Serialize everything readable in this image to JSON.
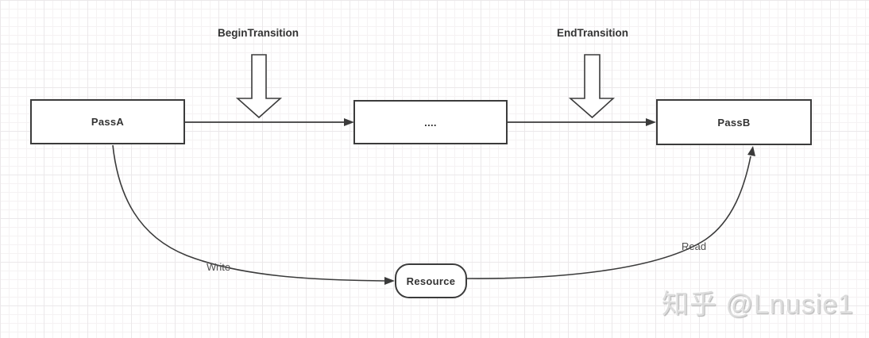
{
  "diagram": {
    "nodes": [
      {
        "id": "passA",
        "label": "PassA",
        "shape": "rect"
      },
      {
        "id": "middle",
        "label": "....",
        "shape": "rect"
      },
      {
        "id": "passB",
        "label": "PassB",
        "shape": "rect"
      },
      {
        "id": "resource",
        "label": "Resource",
        "shape": "rounded-rect"
      }
    ],
    "annotations": [
      {
        "id": "begin",
        "label": "BeginTransition",
        "marker": "down-block-arrow"
      },
      {
        "id": "end",
        "label": "EndTransition",
        "marker": "down-block-arrow"
      }
    ],
    "edges": [
      {
        "from": "passA",
        "to": "middle",
        "label": ""
      },
      {
        "from": "middle",
        "to": "passB",
        "label": ""
      },
      {
        "from": "passA",
        "to": "resource",
        "label": "Write"
      },
      {
        "from": "resource",
        "to": "passB",
        "label": "Read"
      }
    ],
    "edge_labels": {
      "write": "Write",
      "read": "Read"
    },
    "colors": {
      "stroke": "#3b3b3b",
      "node_fill": "#ffffff",
      "node_text": "#333333",
      "edge_label_text": "#4f4f4f",
      "grid_minor": "#f5f2f3",
      "grid_major": "#ebe8ea",
      "watermark": "#dcdcdc"
    }
  },
  "watermark": {
    "text": "知乎 @Lnusie1"
  }
}
